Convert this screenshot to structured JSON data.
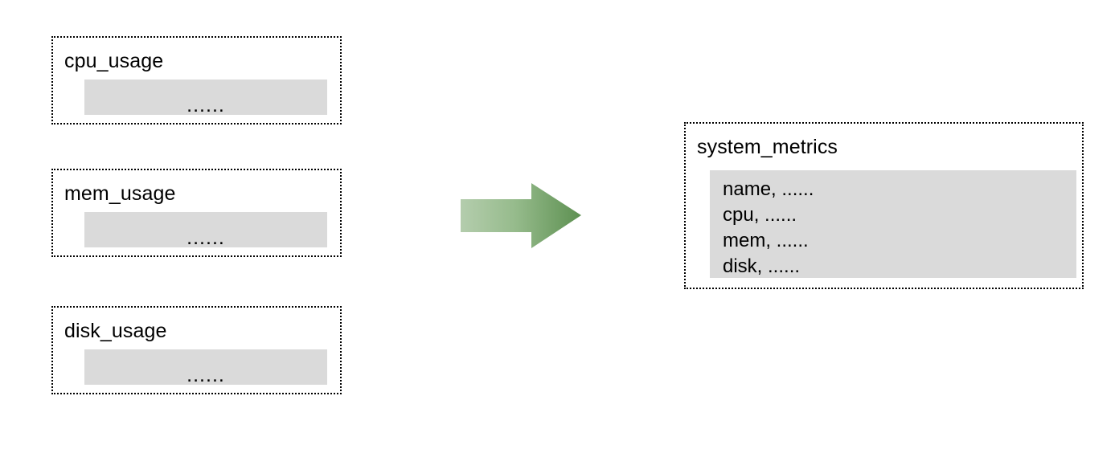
{
  "diagram": {
    "type": "flow",
    "title": "",
    "direction": "left-to-right",
    "ellipsis": "......",
    "colors": {
      "background": "#ffffff",
      "border": "#000000",
      "panel_fill": "#dadada",
      "arrow_light": "#a8c5a0",
      "arrow_dark": "#5f9153",
      "text": "#000000"
    },
    "sources": [
      {
        "id": "cpu-usage",
        "title": "cpu_usage",
        "body": "......"
      },
      {
        "id": "mem-usage",
        "title": "mem_usage",
        "body": "......"
      },
      {
        "id": "disk-usage",
        "title": "disk_usage",
        "body": "......"
      }
    ],
    "connector": {
      "id": "merge-arrow",
      "shape": "block-arrow-right",
      "label": ""
    },
    "target": {
      "id": "system-metrics",
      "title": "system_metrics",
      "rows": [
        "name, ......",
        "cpu, ......",
        "mem, ......",
        "disk, ......"
      ]
    }
  }
}
